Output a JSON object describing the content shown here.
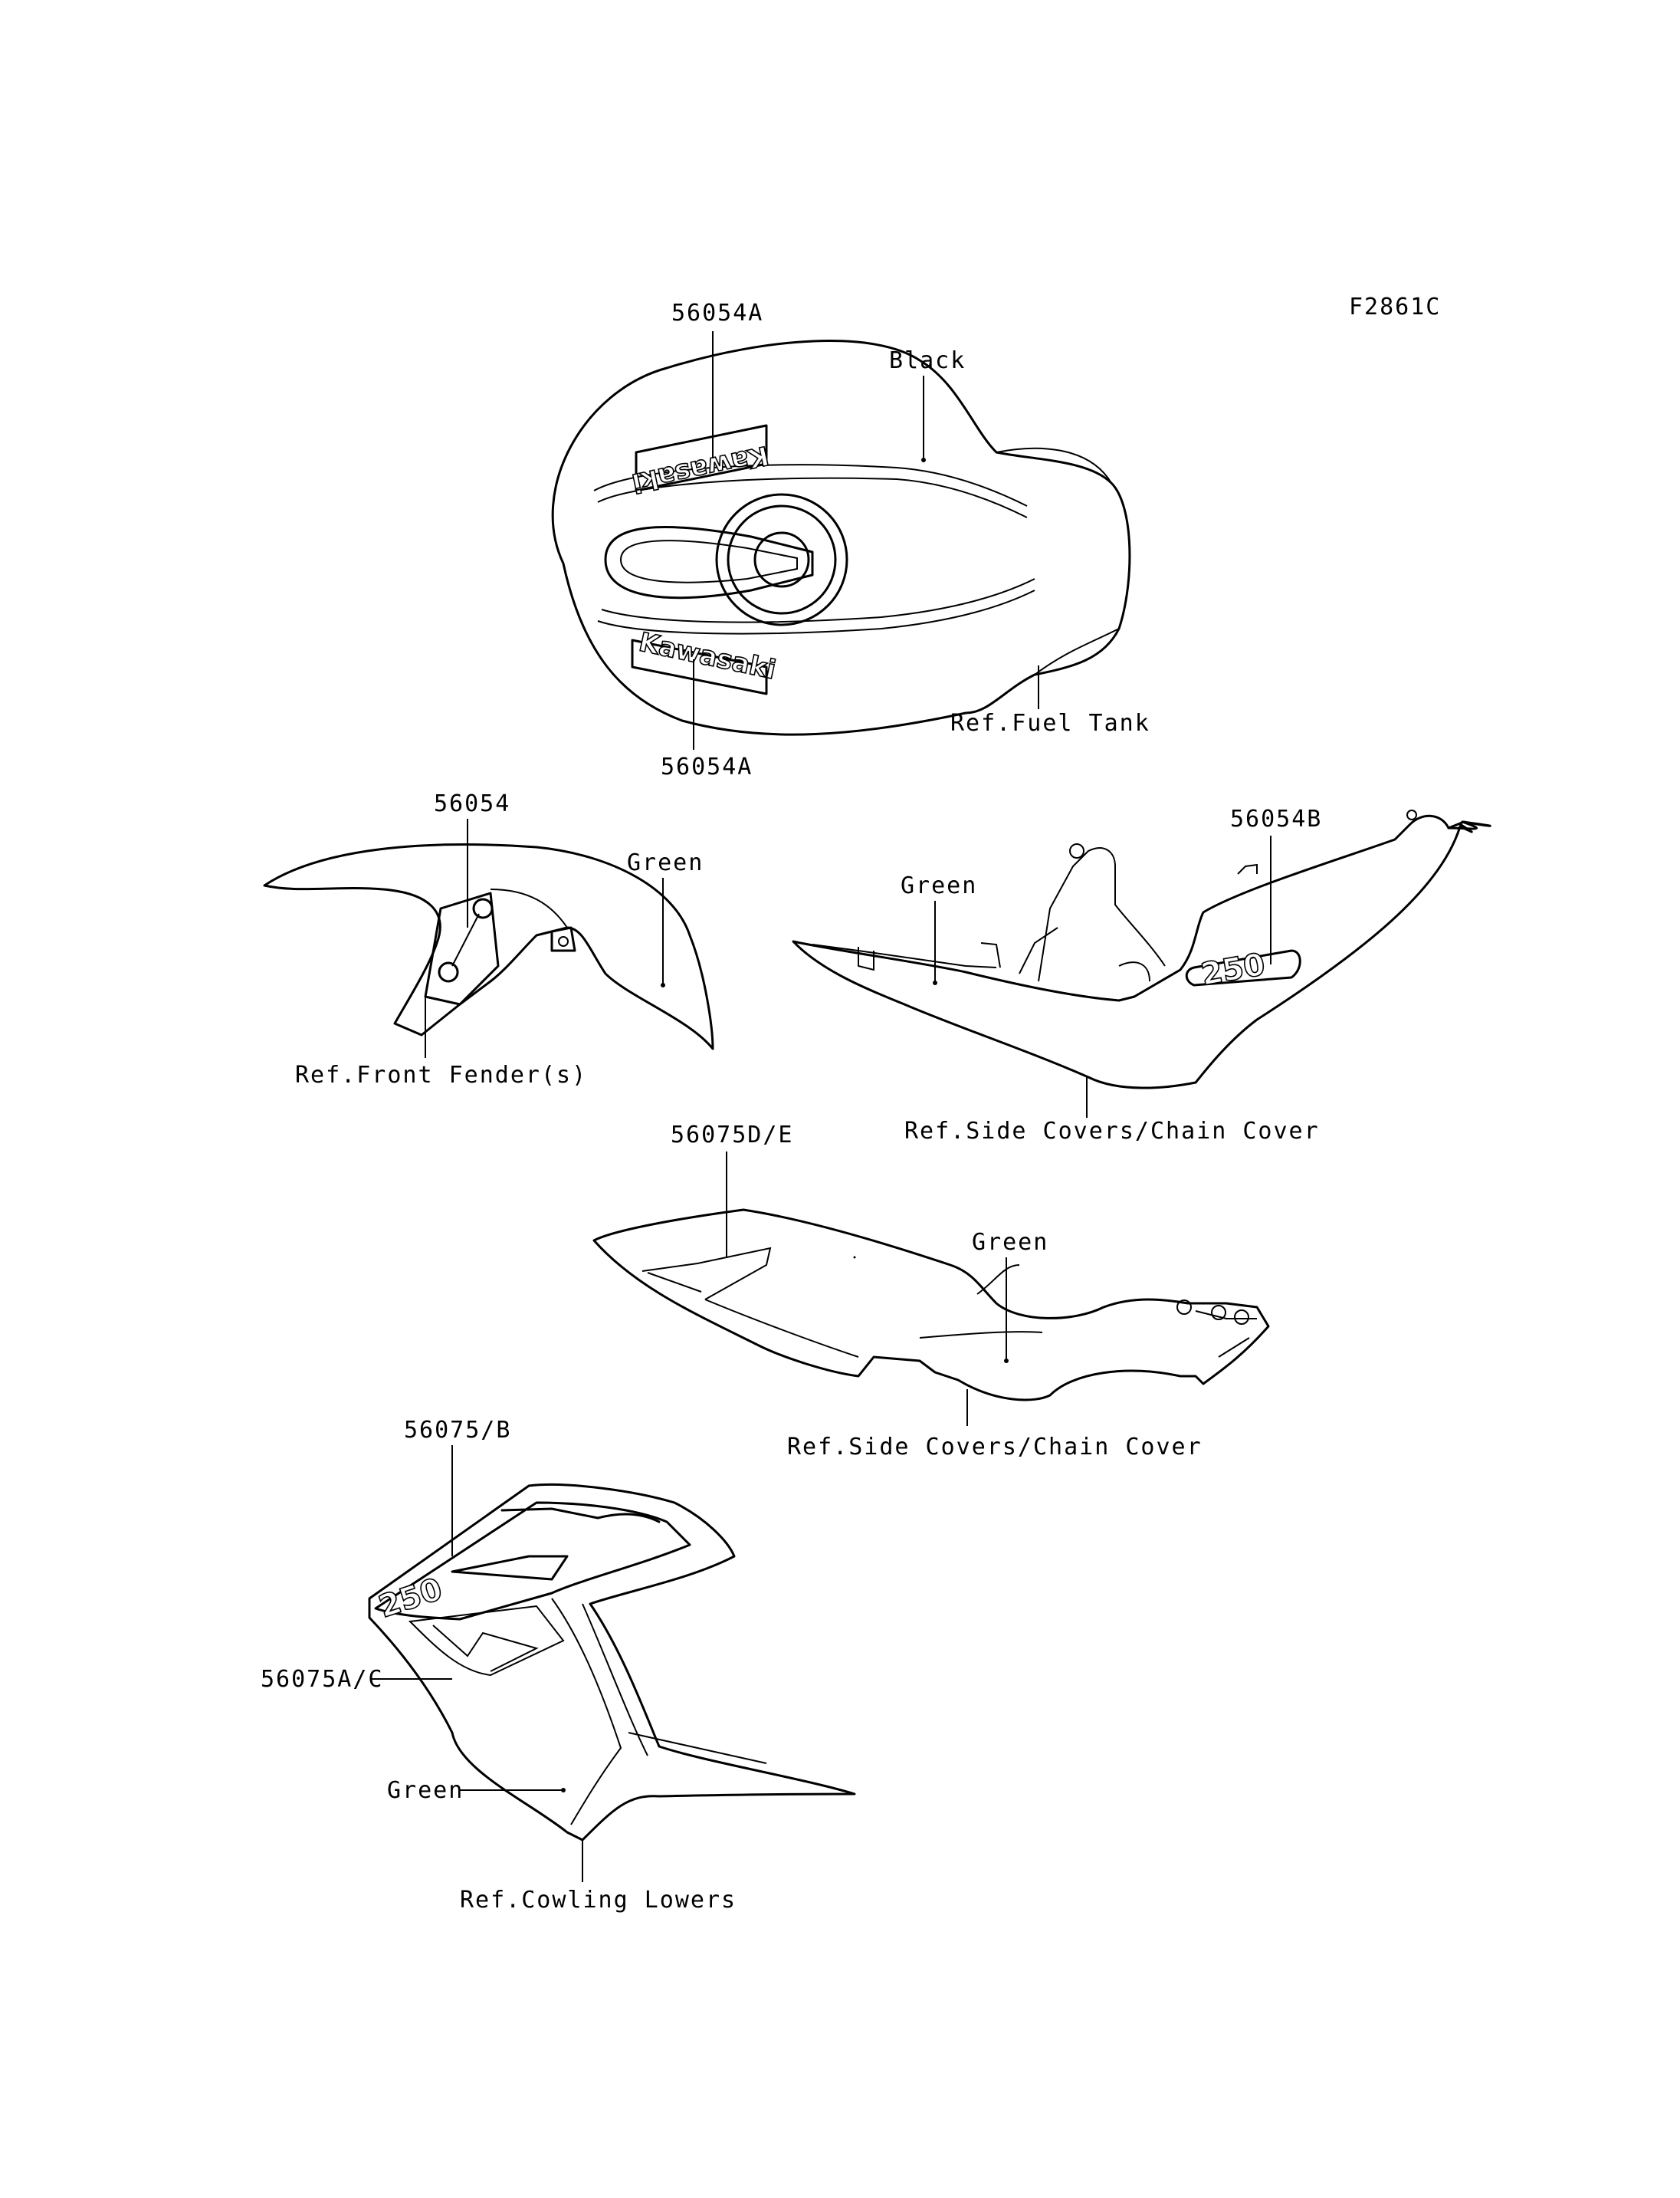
{
  "figure_code": "F2861C",
  "fuel_tank": {
    "part_top": "56054A",
    "color": "Black",
    "part_bottom": "56054A",
    "ref": "Ref.Fuel Tank",
    "logo_top": "Kawasaki",
    "logo_bottom": "Kawasaki"
  },
  "front_fender": {
    "part": "56054",
    "color": "Green",
    "ref": "Ref.Front Fender(s)"
  },
  "rear_side_cover": {
    "part": "56054B",
    "color": "Green",
    "ref": "Ref.Side Covers/Chain Cover",
    "badge": "250"
  },
  "middle_side_cover": {
    "part": "56075D/E",
    "color": "Green",
    "ref": "Ref.Side Covers/Chain Cover"
  },
  "cowling": {
    "part_top": "56075/B",
    "part_middle": "56075A/C",
    "color": "Green",
    "ref": "Ref.Cowling Lowers",
    "badge": "250"
  }
}
